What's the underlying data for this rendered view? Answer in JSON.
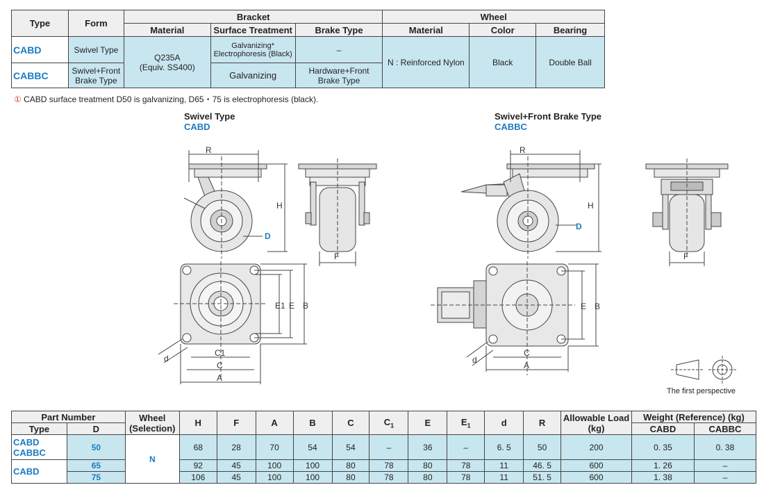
{
  "spec": {
    "headers": {
      "type": "Type",
      "form": "Form",
      "bracket": "Bracket",
      "wheel": "Wheel",
      "material": "Material",
      "surface_treatment": "Surface Treatment",
      "brake_type": "Brake Type",
      "wheel_material": "Material",
      "color": "Color",
      "bearing": "Bearing"
    },
    "rows": [
      {
        "type": "CABD",
        "form": "Swivel Type",
        "surface_treatment_line1": "Galvanizing*",
        "surface_treatment_line2": "Electrophoresis (Black)",
        "brake_type": "–"
      },
      {
        "type": "CABBC",
        "form_line1": "Swivel+Front",
        "form_line2": "Brake Type",
        "surface_treatment": "Galvanizing",
        "brake_type_line1": "Hardware+Front",
        "brake_type_line2": "Brake Type"
      }
    ],
    "material_line1": "Q235A",
    "material_line2": "(Equiv. SS400)",
    "wheel_material": "N : Reinforced Nylon",
    "wheel_color": "Black",
    "bearing": "Double Ball"
  },
  "note": {
    "mark": "①",
    "text": "CABD surface treatment D50 is galvanizing, D65・75 is electrophoresis (black)."
  },
  "drawings": {
    "left_title": "Swivel Type",
    "left_code": "CABD",
    "right_title": "Swivel+Front Brake Type",
    "right_code": "CABBC",
    "labels": {
      "R": "R",
      "H": "H",
      "D": "D",
      "F": "F",
      "E1": "E1",
      "E": "E",
      "B": "B",
      "C1": "C1",
      "C": "C",
      "A": "A",
      "d": "d"
    },
    "perspective": "The first perspective"
  },
  "dims": {
    "headers": {
      "part_number": "Part Number",
      "type": "Type",
      "D": "D",
      "wheel": "Wheel",
      "selection": "(Selection)",
      "H": "H",
      "F": "F",
      "A": "A",
      "B": "B",
      "C": "C",
      "C1": "C",
      "C1_sub": "1",
      "E": "E",
      "E1": "E",
      "E1_sub": "1",
      "d": "d",
      "R": "R",
      "allowable_load": "Allowable Load",
      "kg": "(kg)",
      "weight": "Weight (Reference) (kg)",
      "cabd": "CABD",
      "cabbc": "CABBC"
    },
    "type_group1_line1": "CABD",
    "type_group1_line2": "CABBC",
    "type_group2": "CABD",
    "wheel_selection": "N",
    "rows": [
      {
        "D": "50",
        "H": "68",
        "F": "28",
        "A": "70",
        "B": "54",
        "C": "54",
        "C1": "–",
        "E": "36",
        "E1": "–",
        "d": "6. 5",
        "R": "50",
        "load": "200",
        "w_cabd": "0. 35",
        "w_cabbc": "0. 38"
      },
      {
        "D": "65",
        "H": "92",
        "F": "45",
        "A": "100",
        "B": "100",
        "C": "80",
        "C1": "78",
        "E": "80",
        "E1": "78",
        "d": "11",
        "R": "46. 5",
        "load": "600",
        "w_cabd": "1. 26",
        "w_cabbc": "–"
      },
      {
        "D": "75",
        "H": "106",
        "F": "45",
        "A": "100",
        "B": "100",
        "C": "80",
        "C1": "78",
        "E": "80",
        "E1": "78",
        "d": "11",
        "R": "51. 5",
        "load": "600",
        "w_cabd": "1. 38",
        "w_cabbc": "–"
      }
    ]
  }
}
